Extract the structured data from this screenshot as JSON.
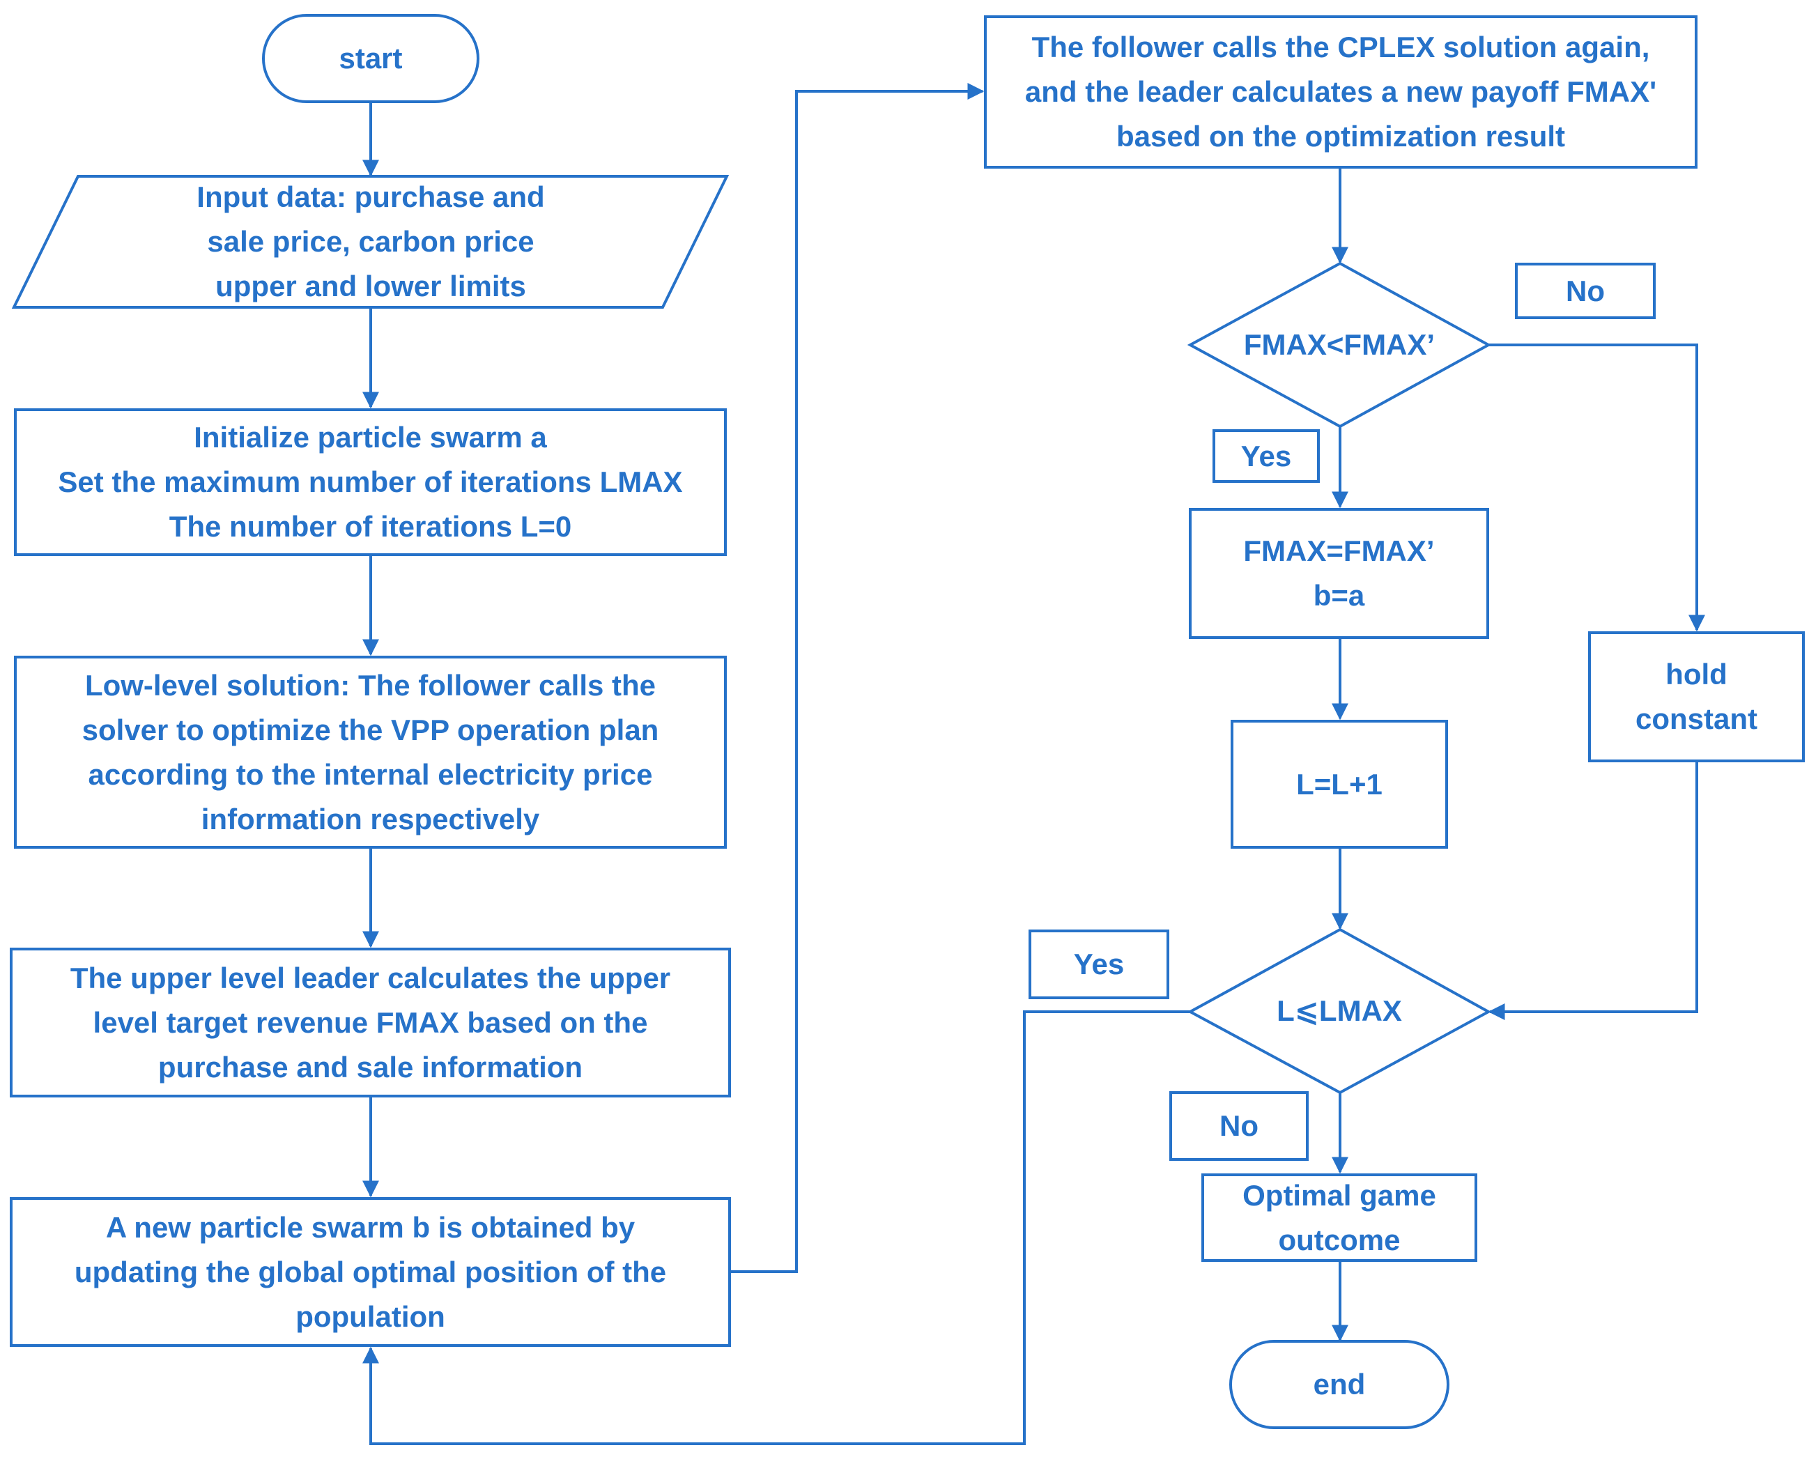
{
  "colors": {
    "stroke": "#2672c9",
    "text": "#2672c9",
    "background": "#ffffff"
  },
  "nodes": {
    "start": "start",
    "input": "Input data: purchase and\nsale price, carbon price\nupper and lower limits",
    "init": "Initialize particle swarm a\nSet the maximum number of iterations LMAX\nThe number of iterations L=0",
    "low_level": "Low-level solution: The follower  calls the\nsolver to optimize the VPP operation plan\naccording to the internal electricity price\ninformation respectively",
    "upper_level": "The upper level leader calculates the upper\nlevel target revenue FMAX based on the\npurchase and sale information",
    "new_swarm": "A new particle swarm b is obtained by\nupdating the global optimal position of the\npopulation",
    "cplex": "The follower calls the CPLEX solution again,\nand the leader calculates a new payoff FMAX'\nbased on the optimization result",
    "compare": "FMAX<FMAX’",
    "update": "FMAX=FMAX’\nb=a",
    "increment": "L=L+1",
    "hold": "hold\nconstant",
    "check": "L⩽LMAX",
    "optimal": "Optimal game\noutcome",
    "end": "end"
  },
  "labels": {
    "no_compare": "No",
    "yes_compare": "Yes",
    "yes_check": "Yes",
    "no_check": "No"
  }
}
